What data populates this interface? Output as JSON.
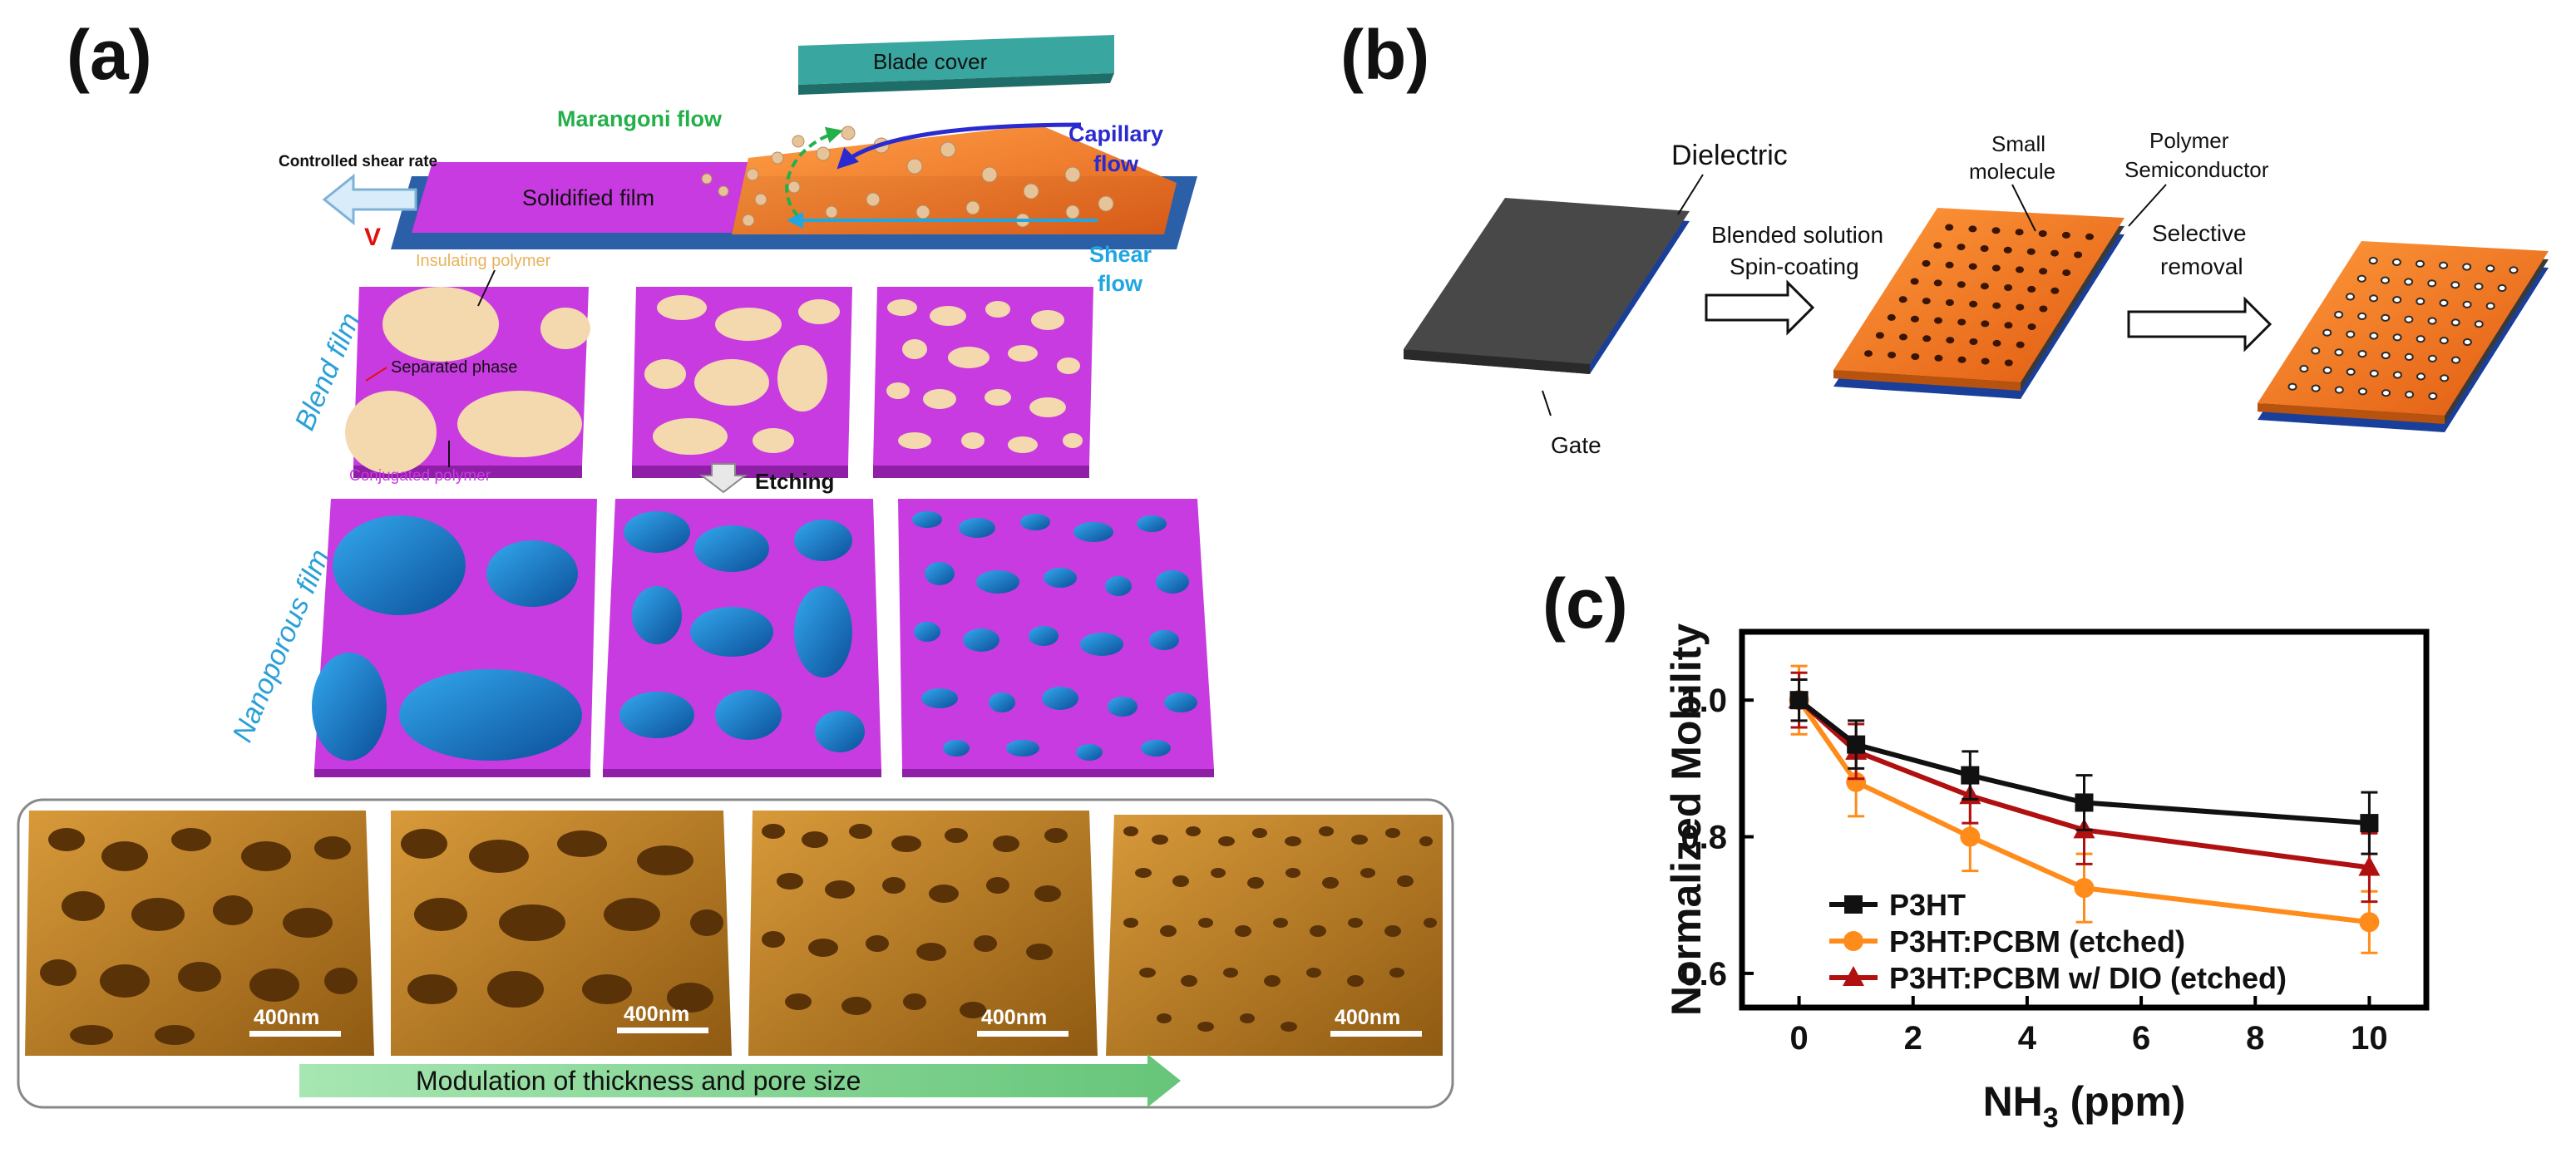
{
  "panel_a": {
    "label": "(a)",
    "schematic": {
      "blade_cover": "Blade cover",
      "marangoni_flow": "Marangoni flow",
      "capillary_flow": [
        "Capillary",
        "flow"
      ],
      "controlled_shear_rate": "Controlled shear rate",
      "velocity": "V",
      "solidified_film": "Solidified film",
      "shear_flow": [
        "Shear",
        "flow"
      ]
    },
    "blend": {
      "row_label": "Blend film",
      "insulating_polymer": "Insulating polymer",
      "separated_phase": "Separated phase",
      "conjugated_polymer": "Conjugated polymer",
      "etching": "Etching"
    },
    "nanoporous": {
      "row_label": "Nanoporous film"
    },
    "afm": {
      "scale_bars": [
        "400nm",
        "400nm",
        "400nm",
        "400nm"
      ],
      "modulation": "Modulation of thickness and pore size"
    }
  },
  "panel_b": {
    "label": "(b)",
    "dielectric": "Dielectric",
    "gate": "Gate",
    "blended_solution": [
      "Blended solution",
      "Spin-coating"
    ],
    "small_molecule": [
      "Small",
      "molecule"
    ],
    "polymer_semiconductor": [
      "Polymer",
      "Semiconductor"
    ],
    "selective_removal": [
      "Selective",
      "removal"
    ]
  },
  "panel_c": {
    "label": "(c)"
  },
  "colors": {
    "magenta": "#c83be0",
    "beige": "#f5d9ae",
    "blue_hole": "#1c7fc6",
    "orange": "#e8621c",
    "afm_brown": "#b8791c",
    "teal": "#3aa6a0",
    "arrow_green": "#7fd18a",
    "series_black": "#111111",
    "series_orange": "#ff8c1a",
    "series_red": "#b01010"
  },
  "chart_data": {
    "type": "line",
    "title": "",
    "xlabel": "NH3 (ppm)",
    "ylabel": "Normalized Mobility",
    "xlim": [
      -1,
      11
    ],
    "ylim": [
      0.55,
      1.1
    ],
    "xticks": [
      "0",
      "2",
      "4",
      "6",
      "8",
      "10"
    ],
    "yticks": [
      "0.6",
      "0.8",
      "1.0"
    ],
    "legend_position": "bottom-left",
    "x": [
      0,
      1,
      3,
      5,
      10
    ],
    "series": [
      {
        "name": "P3HT",
        "marker": "square",
        "color": "#111111",
        "values": [
          1.0,
          0.935,
          0.89,
          0.85,
          0.82
        ],
        "errors": [
          0.03,
          0.035,
          0.035,
          0.04,
          0.045
        ]
      },
      {
        "name": "P3HT:PCBM (etched)",
        "marker": "circle",
        "color": "#ff8c1a",
        "values": [
          1.0,
          0.88,
          0.8,
          0.725,
          0.675
        ],
        "errors": [
          0.05,
          0.05,
          0.05,
          0.05,
          0.045
        ]
      },
      {
        "name": "P3HT:PCBM w/ DIO (etched)",
        "marker": "triangle",
        "color": "#b01010",
        "values": [
          1.0,
          0.925,
          0.86,
          0.81,
          0.755
        ],
        "errors": [
          0.04,
          0.04,
          0.04,
          0.05,
          0.05
        ]
      }
    ]
  }
}
